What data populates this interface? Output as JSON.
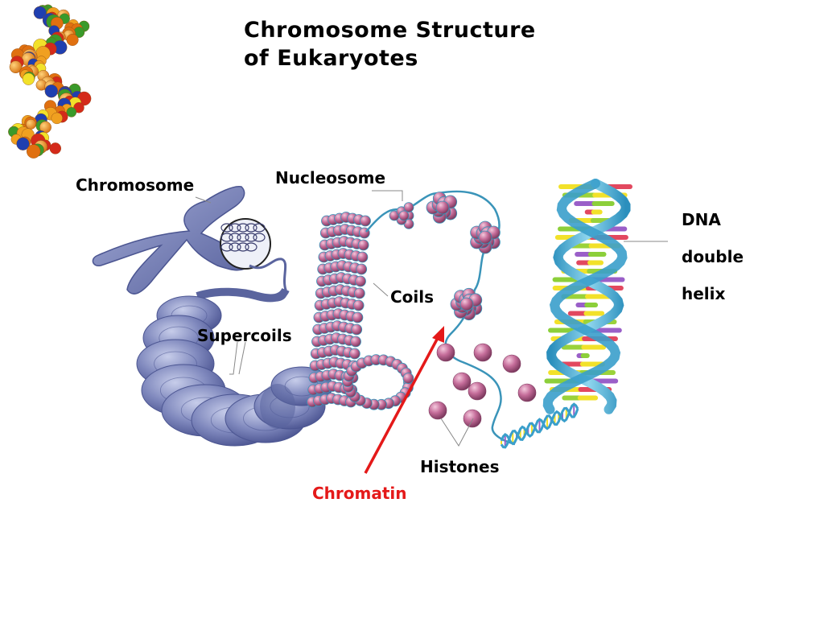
{
  "title": {
    "line1": "Chromosome Structure",
    "line2": "of Eukaryotes"
  },
  "labels": {
    "chromosome": "Chromosome",
    "nucleosome": "Nucleosome",
    "coils": "Coils",
    "supercoils": "Supercoils",
    "histones": "Histones",
    "chromatin": "Chromatin",
    "dna_line1": "DNA",
    "dna_line2": "double",
    "dna_line3": "helix"
  },
  "colors": {
    "chromosome_blue": "#7d87b8",
    "histone_pink": "#c56d9a",
    "dna_strand": "#4fb3d6",
    "arrow_red": "#e41919",
    "chromatin_label": "#e41919"
  },
  "icons": {
    "top_left": "dna-molecule-space-filling-icon"
  }
}
